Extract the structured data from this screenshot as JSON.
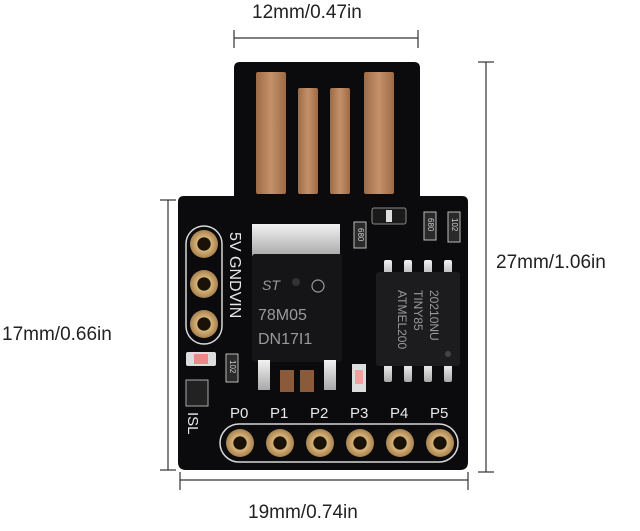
{
  "dimensions": {
    "top": "12mm/0.47in",
    "bottom": "19mm/0.74in",
    "right": "27mm/1.06in",
    "left": "17mm/0.66in"
  },
  "silkscreen": {
    "power_pins": "5V GNDVIN",
    "bottom_pins": [
      "P0",
      "P1",
      "P2",
      "P3",
      "P4",
      "P5"
    ],
    "side_text": "ISL"
  },
  "regulator": {
    "line1": "78M05",
    "line2": "DN17I1"
  },
  "microcontroller": {
    "line1": "ATMEL200",
    "line2": "TINY85",
    "line3": "20210NU"
  },
  "small_parts": {
    "cap_top": "680",
    "cap_right": "680",
    "res_right": "102",
    "res_left": "102"
  },
  "colors": {
    "pcb": "#0b0b0d",
    "gold": "#b8835a",
    "tin": "#c9c9c9",
    "silkscreen": "#e8e8e8"
  }
}
